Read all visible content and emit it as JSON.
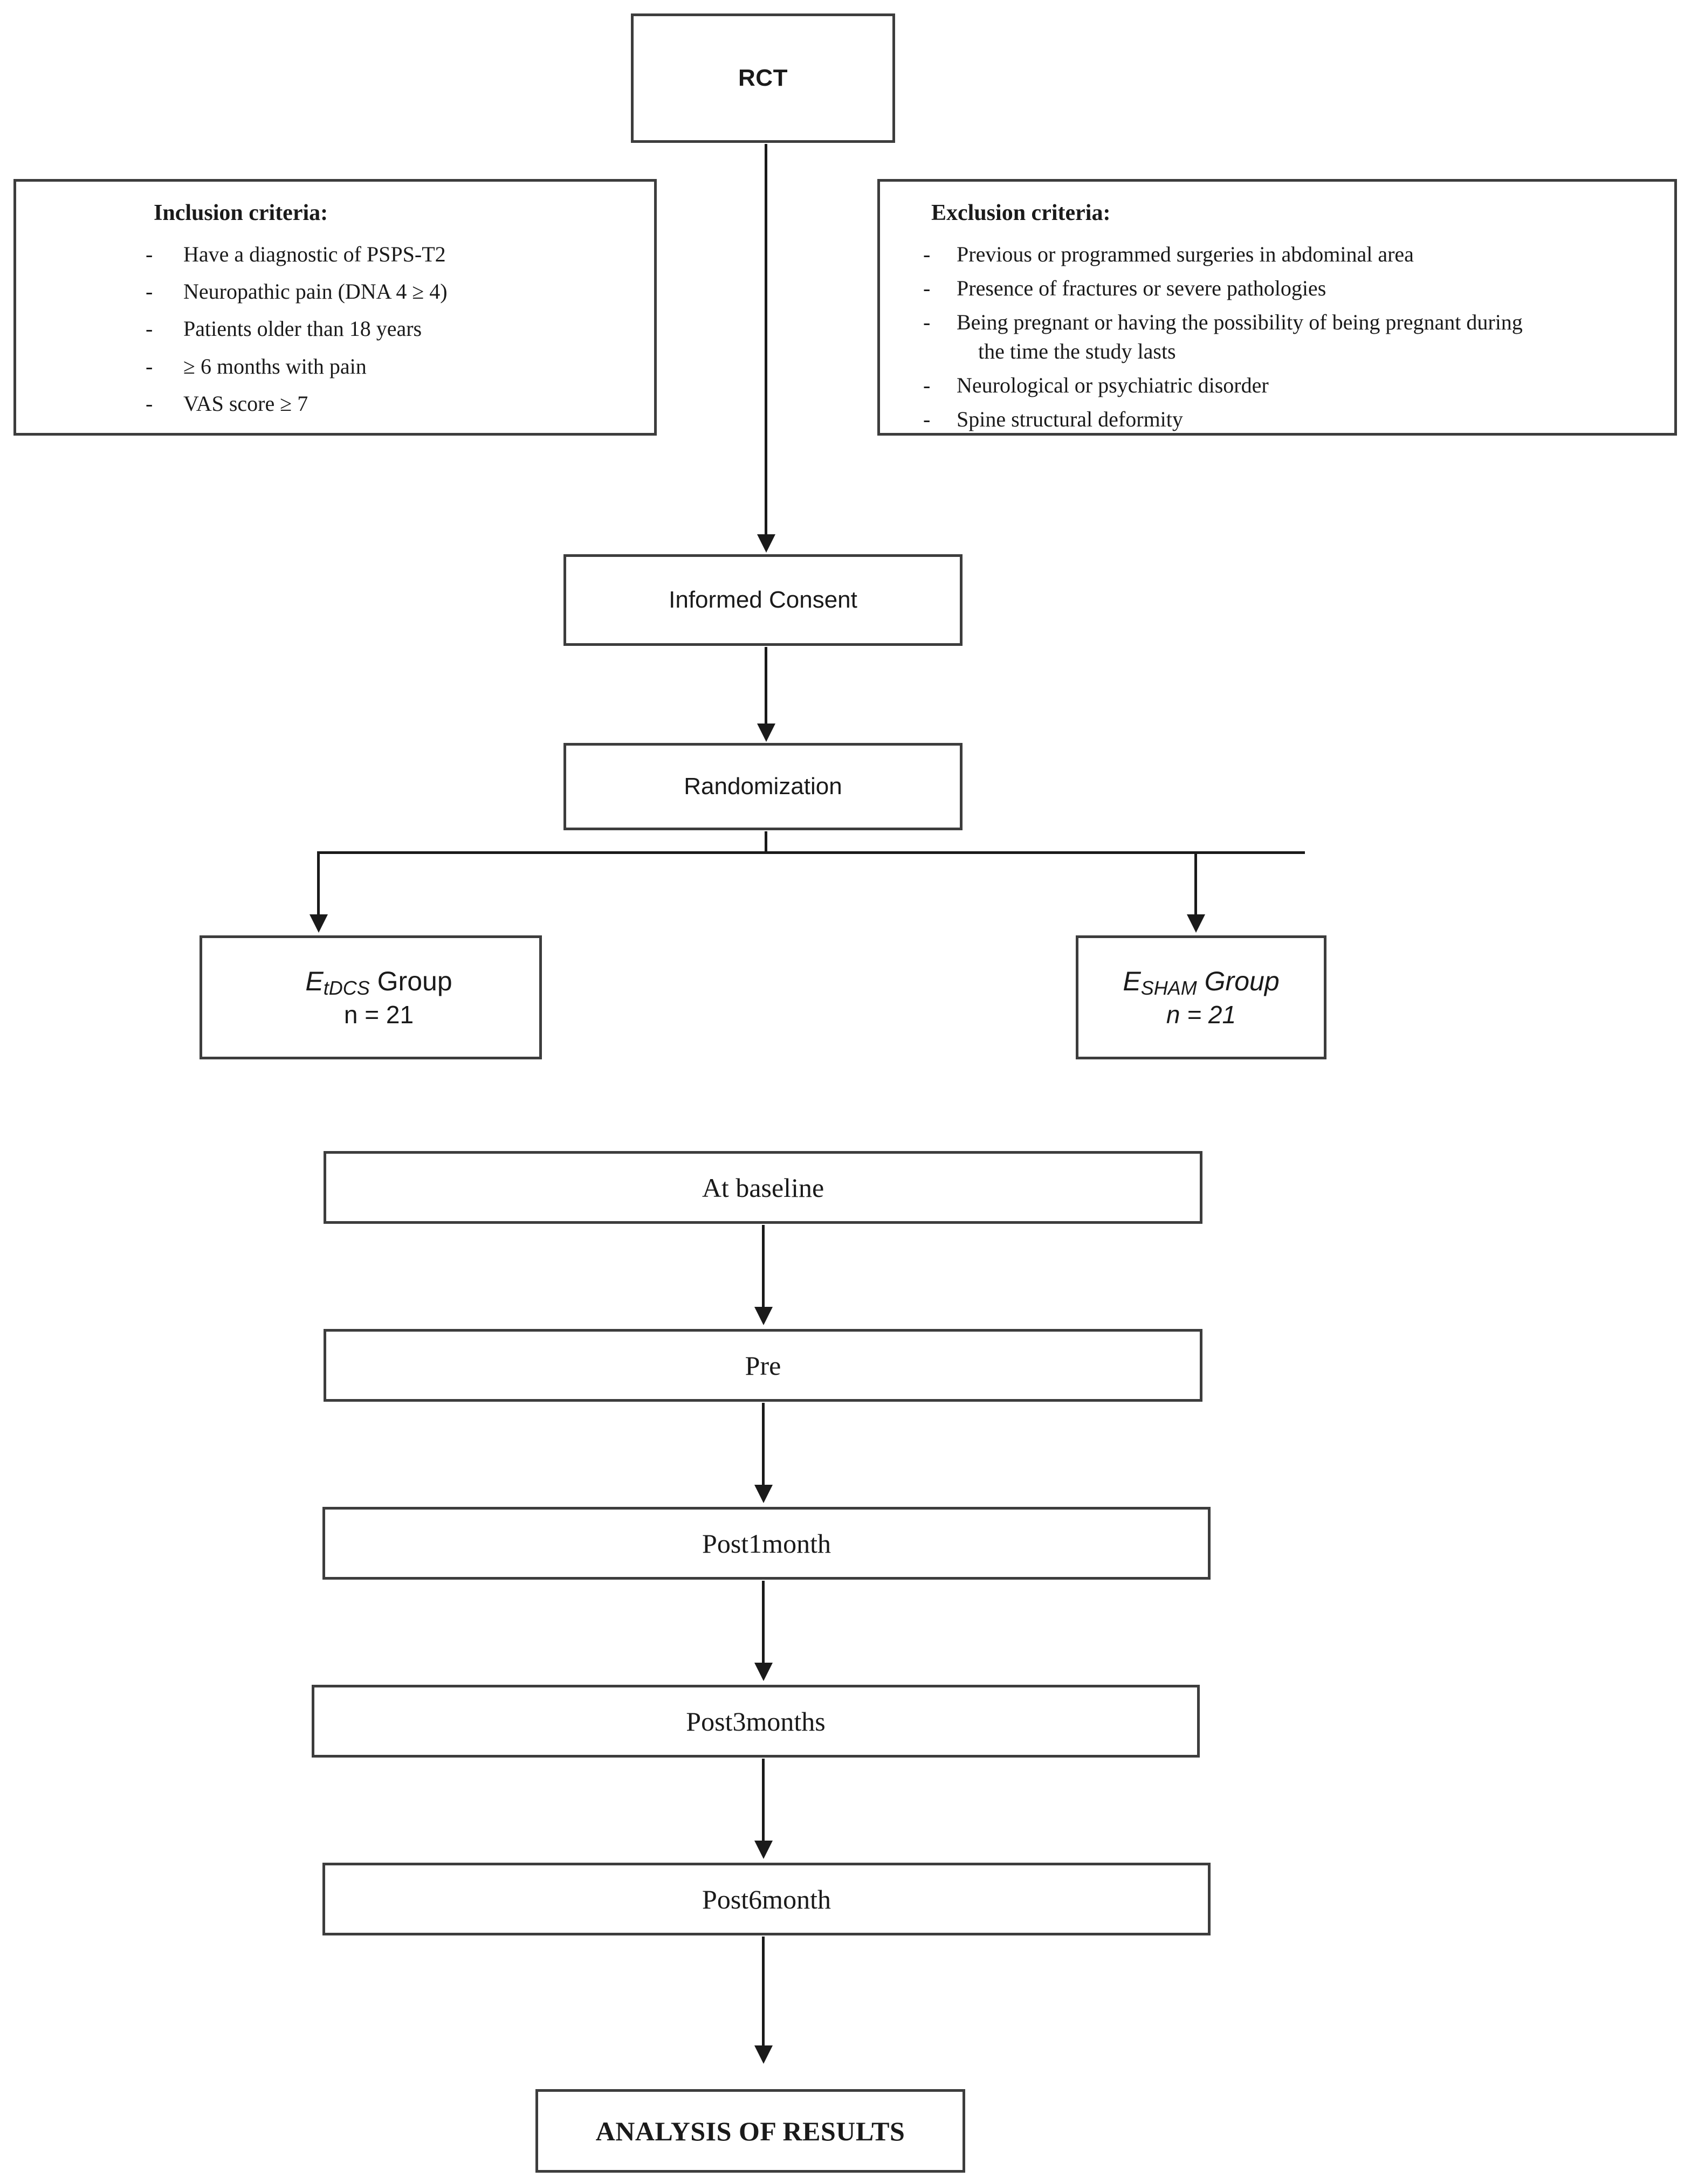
{
  "title": "PSPS-T2 tDCS randomized controlled trial flow diagram",
  "nodes": {
    "rct": {
      "label": "RCT"
    },
    "inclusion": {
      "heading": "Inclusion criteria:",
      "bullet": "-",
      "items": [
        "Have a diagnostic of PSPS-T2",
        "Neuropathic pain (DNA 4 ≥ 4)",
        "Patients older than 18 years",
        "≥ 6 months with pain",
        "VAS score ≥ 7"
      ]
    },
    "exclusion": {
      "heading": "Exclusion criteria:",
      "bullet": "-",
      "items": [
        "Previous or programmed surgeries in abdominal area",
        "Presence of fractures or severe pathologies",
        "Being pregnant or having the possibility of being pregnant during",
        "Neurological or psychiatric disorder",
        "Spine structural deformity"
      ],
      "item3_continuation": "the time the study lasts"
    },
    "consent": {
      "label": "Informed Consent"
    },
    "randomization": {
      "label": "Randomization"
    },
    "group_tdcs": {
      "symbol": "E",
      "subscript": "tDCS",
      "suffix": "Group",
      "count": "n = 21"
    },
    "group_sham": {
      "symbol": "E",
      "subscript": "SHAM",
      "suffix": "Group",
      "count": "n = 21"
    },
    "timepoints": [
      {
        "label": "At baseline"
      },
      {
        "label": "Pre"
      },
      {
        "label": "Post1month"
      },
      {
        "label": "Post3months"
      },
      {
        "label": "Post6month"
      }
    ],
    "analysis": {
      "label": "ANALYSIS OF RESULTS"
    }
  },
  "colors": {
    "box_border": "#3d3d3d",
    "connector": "#1a1a1a",
    "background": "#ffffff",
    "text": "#1a1a1a"
  }
}
